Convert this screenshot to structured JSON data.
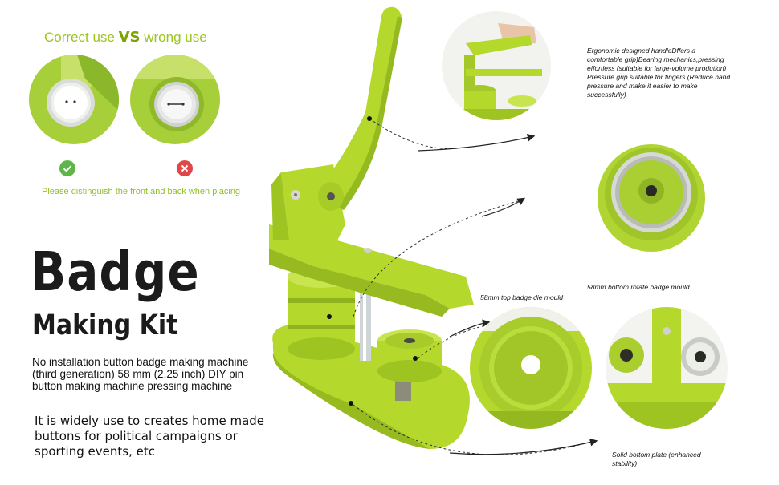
{
  "correct_title": {
    "before": "Correct use ",
    "vs": "VS",
    "after": " wrong use"
  },
  "placement_hint": "Please distinguish the front and back when placing",
  "product": {
    "title": "Badge",
    "subtitle": "Making Kit",
    "description": "No installation button badge making machine (third generation) 58 mm (2.25 inch) DIY pin button making machine pressing machine",
    "usage": "It is widely use to creates home made buttons for political campaigns or sporting events, etc"
  },
  "callouts": {
    "handle": "Ergonomic designed handleDffers a comfortable grip)Bearing mechanics,pressing effortless (suitable for large-volume prodution) Pressure grip suitable for fingers (Reduce hand pressure and make it easier to make successfully)",
    "bottom_mould": "58mm bottom rotate badge mould",
    "top_mould": "58mm top badge die mould",
    "bottom_plate": "Solid bottom plate (enhanced stability)"
  },
  "colors": {
    "machine_green": "#b5d82c",
    "accent_green": "#9cc420",
    "correct_green": "#5fb648",
    "wrong_red": "#e04848"
  },
  "icons": {
    "correct": "check-circle-icon",
    "wrong": "x-circle-icon"
  }
}
